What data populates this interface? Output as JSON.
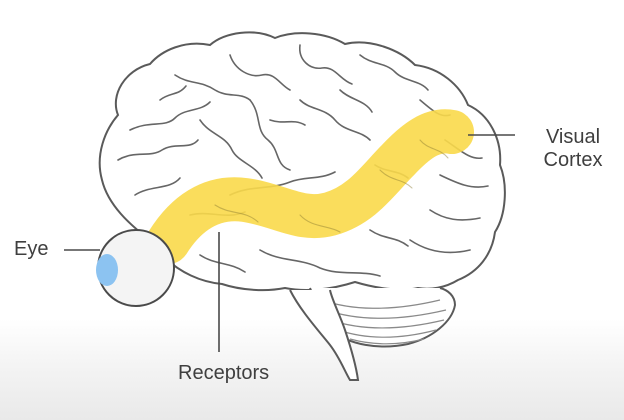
{
  "labels": {
    "eye": "Eye",
    "receptors": "Receptors",
    "cortex_line1": "Visual",
    "cortex_line2": "Cortex"
  },
  "colors": {
    "pathway": "#f9d94a",
    "eye_iris": "#8cc3f1",
    "outline": "#5a5a5a",
    "label_text": "#3f3f3f"
  },
  "icons": {
    "brain": "brain-outline",
    "eye": "eyeball"
  }
}
